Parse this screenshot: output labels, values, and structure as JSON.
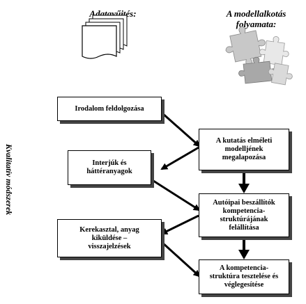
{
  "headings": {
    "left": "Adatgyűjtés:",
    "right_lines": [
      "A modellalkotás",
      "folyamata:"
    ]
  },
  "side_label": "Kvalitatív módszerek",
  "boxes": {
    "irodalom": [
      "Irodalom feldolgozása"
    ],
    "interjuk": [
      "Interjúk  és",
      "háttéranyagok"
    ],
    "kerekasztal": [
      "Kerekasztal, anyag",
      "kiküldése –",
      "visszajelzések"
    ],
    "kutatas": [
      "A kutatás elméleti",
      "modelljének",
      "megalapozása"
    ],
    "autoipai": [
      "Autóipai beszállítók",
      "kompetencia-",
      "struktúrájának",
      "felállítása"
    ],
    "kompetencia": [
      "A kompetencia-",
      "struktúra tesztelése és",
      "véglegesítése"
    ]
  },
  "icons": [
    "documents-icon",
    "puzzle-icon"
  ],
  "colors": {
    "puzzle_light": "#e8e8e8",
    "puzzle_mid": "#c8c8c8",
    "puzzle_dark": "#a8a8a8",
    "shadow": "#444444"
  }
}
